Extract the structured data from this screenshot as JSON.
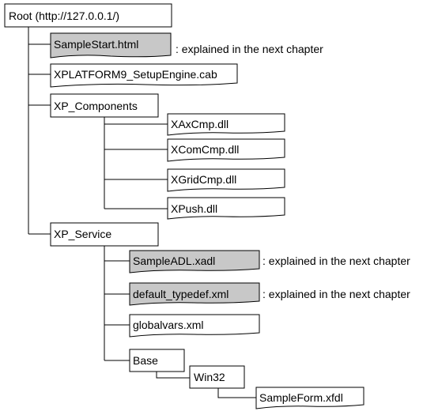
{
  "nodes": {
    "root": "Root (http://127.0.0.1/)",
    "sample_start": "SampleStart.html",
    "setup_engine": "XPLATFORM9_SetupEngine.cab",
    "xp_components": "XP_Components",
    "xaxcmp": "XAxCmp.dll",
    "xcomcmp": "XComCmp.dll",
    "xgridcmp": "XGridCmp.dll",
    "xpush": "XPush.dll",
    "xp_service": "XP_Service",
    "sample_adl": "SampleADL.xadl",
    "default_typedef": "default_typedef.xml",
    "globalvars": "globalvars.xml",
    "base": "Base",
    "win32": "Win32",
    "sample_form": "SampleForm.xfdl"
  },
  "notes": {
    "sample_start": ": explained in the next chapter",
    "sample_adl": ": explained in the next chapter",
    "default_typedef": ": explained in the next chapter"
  },
  "colors": {
    "highlight_fill": "#c8c8c8",
    "line": "#000000"
  }
}
